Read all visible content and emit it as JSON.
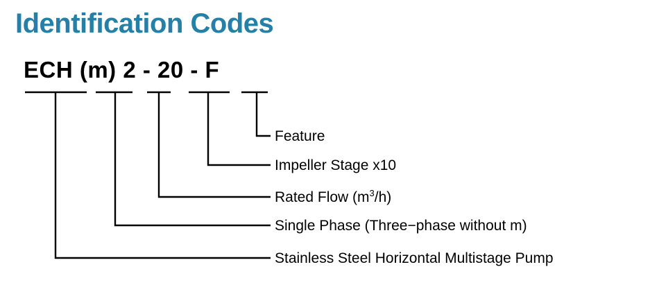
{
  "title": "Identification Codes",
  "code_line": "ECH (m) 2 - 20 - F",
  "code_segments": [
    {
      "text": "ECH",
      "maps_to": "Stainless Steel Horizontal Multistage Pump"
    },
    {
      "text": "(m)",
      "maps_to": "Single Phase (Three−phase without m)"
    },
    {
      "text": "2",
      "maps_to": "Rated Flow (m3/h)"
    },
    {
      "text": "20",
      "maps_to": "Impeller Stage x10"
    },
    {
      "text": "F",
      "maps_to": "Feature"
    }
  ],
  "labels": {
    "feature": "Feature",
    "impeller": "Impeller Stage x10",
    "rated_flow_pre": "Rated Flow (m",
    "rated_flow_sup": "3",
    "rated_flow_post": "/h)",
    "single_phase": "Single Phase (Three−phase without m)",
    "stainless": "Stainless Steel Horizontal Multistage Pump"
  },
  "colors": {
    "title": "#2580a8",
    "text": "#000000",
    "line": "#000000",
    "background": "#ffffff"
  }
}
